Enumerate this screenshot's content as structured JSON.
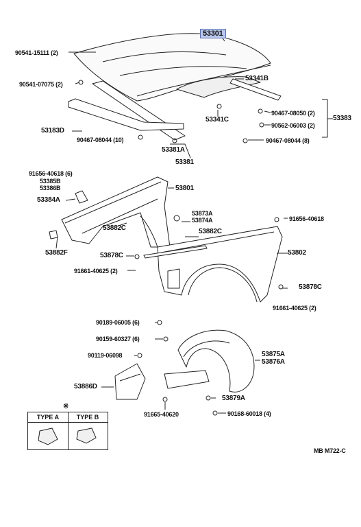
{
  "labels": {
    "l53301": "53301",
    "l90541_15111": "90541-15111 (2)",
    "l90541_07075": "90541-07075 (2)",
    "l53341B": "53341B",
    "l53341C": "53341C",
    "l90467_08050": "90467-08050 (2)",
    "l53383": "53383",
    "l90562_06003": "90562-06003 (2)",
    "l90467_08044_8": "90467-08044 (8)",
    "l53183D": "53183D",
    "l90467_08044_10": "90467-08044 (10)",
    "l53381A": "53381A",
    "l53381": "53381",
    "l91656_40618_6": "91656-40618 (6)",
    "l53385B": "53385B",
    "l53386B": "53386B",
    "l53801": "53801",
    "l53384A": "53384A",
    "l53882C_a": "53882C",
    "l53873A": "53873A",
    "l53874A": "53874A",
    "l91656_40618": "91656-40618",
    "l53882F": "53882F",
    "l53882C_b": "53882C",
    "l53878C_a": "53878C",
    "l53802": "53802",
    "l91661_40625_a": "91661-40625 (2)",
    "l53878C_b": "53878C",
    "l91661_40625_b": "91661-40625 (2)",
    "l90189_06005": "90189-06005 (6)",
    "l90159_60327": "90159-60327 (6)",
    "l90119_06098": "90119-06098",
    "l53875A": "53875A",
    "l53876A": "53876A",
    "l53886D": "53886D",
    "l53879A": "53879A",
    "l91665_40620": "91665-40620",
    "l90168_60018": "90168-60018 (4)",
    "note_mark": "※",
    "type_a": "TYPE A",
    "type_b": "TYPE B",
    "ref_code": "MB M722-C"
  },
  "colors": {
    "highlight": "#b9c7ee",
    "line": "#222222"
  }
}
